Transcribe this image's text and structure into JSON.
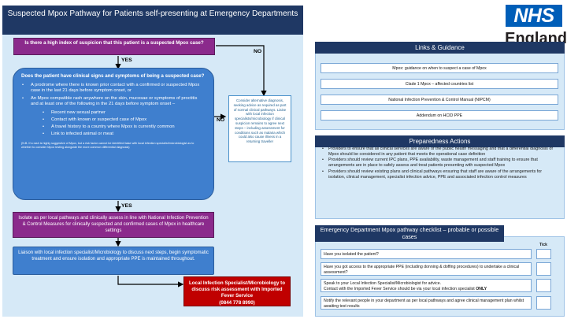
{
  "pathway": {
    "title": "Suspected Mpox Pathway for Patients self-presenting at Emergency Departments",
    "q1": "Is there a high index of suspicion that this patient is a suspected Mpox case?",
    "yes_1": "YES",
    "no_1": "NO",
    "q2": "Does the patient have clinical signs and symptoms of being a suspected case?",
    "criteria": [
      "A prodrome where there is known prior contact with a confirmed or suspected Mpox case in the last 21 days before symptom onset, or",
      "An Mpox compatible rash anywhere on the skin, mucosae or symptoms of proctitis and at least one of the following in the 21 days before symptom onset –"
    ],
    "sub_criteria": [
      "Recent new sexual partner",
      "Contact with known or suspected case of Mpox",
      "A travel history to a country where Mpox is currently common",
      "Link to infected animal or meat"
    ],
    "note": "(N.B. If a rash is highly suggestive of Mpox, but a risk factor cannot be identified liaise with local infection specialist/microbiologist as to whether to consider Mpox testing alongside the more common differential diagnosis)",
    "no_2": "NO",
    "alternative": "Consider alternative diagnosis, seeking advice as required as part of normal clinical pathways. Liaise with local infection specialists/microbiology if clinical suspicion remains to agree next steps – including assessment for conditions such as malaria which could also cause illness in a returning traveller",
    "yes_2": "YES",
    "isolate": "Isolate as per local pathways and clinically assess in line with National Infection Prevention & Control Measures for clinically suspected and confirmed cases of Mpox in healthcare settings",
    "liaise": "Liaison with local infection specialist/Microbiology to discuss next steps, begin symptomatic treatment and ensure isolation and appropriate PPE is maintained throughout.",
    "final": "Local Infection Specialist/Microbiology to discuss risk assessment with Imported Fever Service",
    "final_phone": "(0844 778 8990)"
  },
  "logo": {
    "nhs": "NHS",
    "org": "England"
  },
  "links": {
    "header": "Links & Guidance",
    "items": [
      "Mpox: guidance on when to suspect a case of Mpox",
      "Clade 1 Mpox – affected countries list",
      "National Infection Prevention & Control Manual (NIPCM)",
      "Addendum on HCID PPE"
    ]
  },
  "preparedness": {
    "header": "Preparedness Actions",
    "items": [
      "Providers to ensure that all clinical services are aware of the public health messaging and that a differential diagnosis of Mpox should be considered in any patient that meets the operational case definition",
      "Providers should review current IPC plans, PPE availability, waste management and staff training to ensure that arrangements are in place to safely assess and treat patients presenting with suspected Mpox",
      "Providers should review existing plans and clinical pathways ensuring that staff are aware of the arrangements for isolation, clinical management, specialist infection advice, PPE and associated infection control measures"
    ]
  },
  "checklist": {
    "header": "Emergency Department Mpox pathway checklist – probable or possible cases",
    "tick_label": "Tick",
    "items": [
      "Have you isolated the patient?",
      "Have you got access to the appropriate PPE (including donning & doffing procedures) to undertake a clinical assessment?",
      "Speak to your Local Infection Specialist/Microbiologist for advice.",
      "Contact with the Imported Fever Service should be via your local infection specialist",
      "ONLY",
      "Notify the relevant people in your department as per local pathways and agree clinical management plan whilst awaiting test results"
    ]
  },
  "colors": {
    "navy": "#1f3864",
    "purple": "#8b2a8c",
    "blue": "#3f7fce",
    "red": "#c00000",
    "panel": "#d6e9f7",
    "nhs_blue": "#005eb8"
  }
}
